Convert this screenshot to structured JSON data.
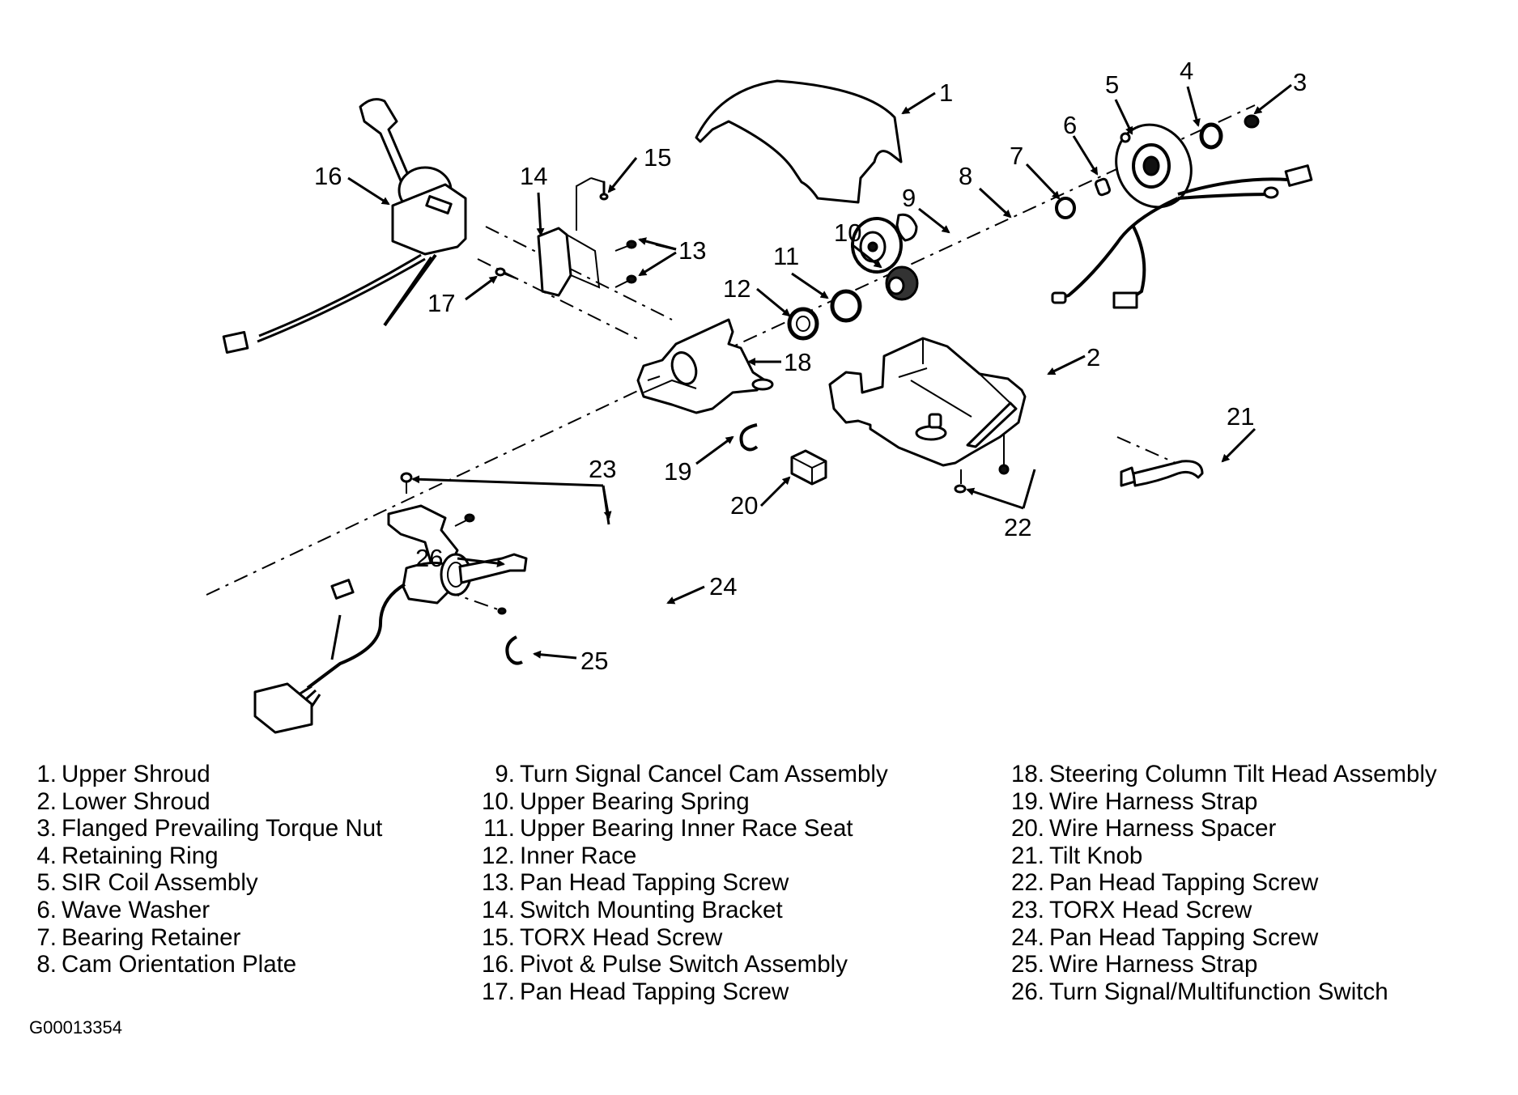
{
  "figure": {
    "id_label": "G00013354",
    "title": "Steering Column Exploded View"
  },
  "callouts": [
    "1",
    "2",
    "3",
    "4",
    "5",
    "6",
    "7",
    "8",
    "9",
    "10",
    "11",
    "12",
    "13",
    "14",
    "15",
    "16",
    "17",
    "18",
    "19",
    "20",
    "21",
    "22",
    "23",
    "24",
    "25",
    "26"
  ],
  "legend": {
    "columns": [
      [
        {
          "num": "1.",
          "label": "Upper Shroud"
        },
        {
          "num": "2.",
          "label": "Lower Shroud"
        },
        {
          "num": "3.",
          "label": "Flanged Prevailing Torque Nut"
        },
        {
          "num": "4.",
          "label": "Retaining Ring"
        },
        {
          "num": "5.",
          "label": "SIR Coil Assembly"
        },
        {
          "num": "6.",
          "label": "Wave Washer"
        },
        {
          "num": "7.",
          "label": "Bearing Retainer"
        },
        {
          "num": "8.",
          "label": "Cam Orientation Plate"
        }
      ],
      [
        {
          "num": "9.",
          "label": "Turn Signal Cancel Cam Assembly"
        },
        {
          "num": "10.",
          "label": "Upper Bearing Spring"
        },
        {
          "num": "11.",
          "label": "Upper Bearing Inner Race Seat"
        },
        {
          "num": "12.",
          "label": "Inner Race"
        },
        {
          "num": "13.",
          "label": "Pan Head Tapping Screw"
        },
        {
          "num": "14.",
          "label": "Switch Mounting Bracket"
        },
        {
          "num": "15.",
          "label": "TORX Head Screw"
        },
        {
          "num": "16.",
          "label": "Pivot & Pulse Switch Assembly"
        },
        {
          "num": "17.",
          "label": "Pan Head Tapping Screw"
        }
      ],
      [
        {
          "num": "18.",
          "label": "Steering Column Tilt Head Assembly"
        },
        {
          "num": "19.",
          "label": "Wire Harness Strap"
        },
        {
          "num": "20.",
          "label": "Wire Harness Spacer"
        },
        {
          "num": "21.",
          "label": "Tilt Knob"
        },
        {
          "num": "22.",
          "label": "Pan Head Tapping Screw"
        },
        {
          "num": "23.",
          "label": "TORX Head Screw"
        },
        {
          "num": "24.",
          "label": "Pan Head Tapping Screw"
        },
        {
          "num": "25.",
          "label": "Wire Harness Strap"
        },
        {
          "num": "26.",
          "label": "Turn Signal/Multifunction Switch"
        }
      ]
    ]
  }
}
